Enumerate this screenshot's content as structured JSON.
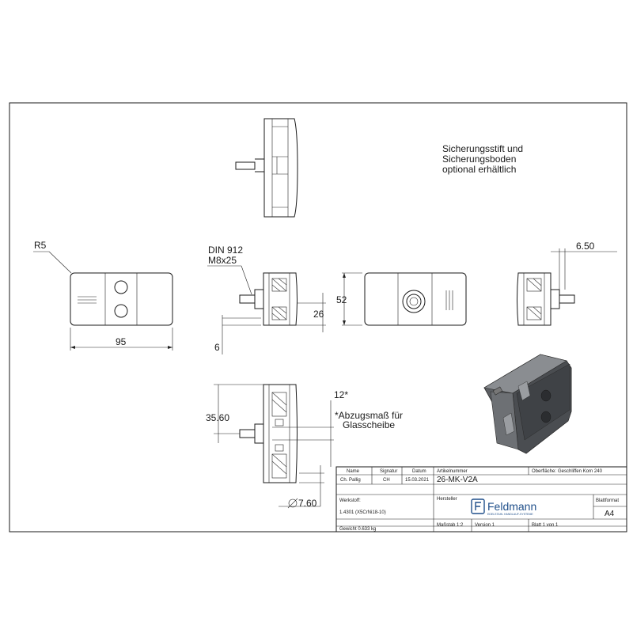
{
  "note_lines": [
    "Sicherungsstift und",
    "Sicherungsboden",
    "optional erhältlich"
  ],
  "dims": {
    "r5": "R5",
    "w95": "95",
    "din": "DIN 912",
    "screw": "M8x25",
    "d26": "26",
    "d6": "6",
    "d52": "52",
    "d650": "6.50",
    "d12": "12*",
    "d3560": "35.60",
    "dia760": "7.60",
    "abzug1": "*Abzugsmaß für",
    "abzug2": "Glasscheibe"
  },
  "title_block": {
    "col_name": "Name",
    "col_sig": "Signatur",
    "col_date": "Datum",
    "row_label": "Ch. Pallig",
    "row_sig": "CH",
    "row_date": "15.03.2021",
    "artnr_label": "Artikelnummer",
    "artnr": "26-MK-V2A",
    "surface_label": "Oberfläche:",
    "surface": "Geschliffen Korn 240",
    "material_label": "Werkstoff:",
    "material": "1.4301 (X5CrNi18-10)",
    "maker_label": "Hersteller",
    "brand": "Feldmann",
    "brand_sub": "EDELSTAHL HANDLAUF-SYSTEME",
    "format_label": "Blattformat",
    "format": "A4",
    "weight": "Gewicht 0.633 kg",
    "scale": "Maßstab 1:2",
    "version": "Version 1",
    "sheet": "Blatt 1 von 1"
  }
}
